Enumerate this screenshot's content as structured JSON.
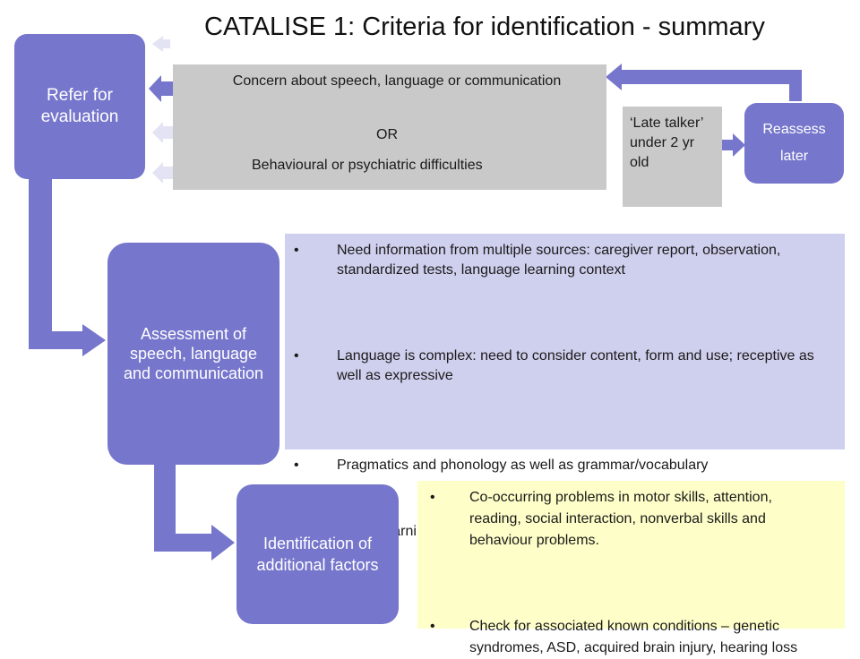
{
  "title": "CATALISE 1: Criteria for identification - summary",
  "refer_box": {
    "label": "Refer for evaluation"
  },
  "concern_box": {
    "line1": "Concern about speech, language or communication",
    "or": "OR",
    "line2": "Behavioural or psychiatric difficulties"
  },
  "late_talker_box": {
    "label": "‘Late talker’ under 2 yr old"
  },
  "reassess_box": {
    "line1": "Reassess",
    "line2": "later"
  },
  "assessment_box": {
    "label": "Assessment of speech, language and communication"
  },
  "assessment_points": {
    "bullet": "•",
    "items": [
      "Need information from multiple sources: caregiver report, observation, standardized tests, language learning context",
      "Language is complex: need to consider content, form and use; receptive as well as expressive",
      "Pragmatics and phonology as well as grammar/vocabulary",
      "Verbal learning and memory as well as static performance"
    ]
  },
  "identification_box": {
    "label": "Identification of additional factors"
  },
  "factor_points": {
    "bullet": "•",
    "items": [
      "Co-occurring problems in motor skills, attention, reading, social interaction, nonverbal skills and behaviour problems.",
      "Check for associated known conditions – genetic syndromes, ASD, acquired brain injury, hearing loss"
    ]
  },
  "colors": {
    "purple": "#7676cc",
    "gray": "#c9c9c9",
    "lavender": "#cfcfee",
    "yellow": "#fefec8",
    "faint_arrow": "#e3e3f3"
  }
}
